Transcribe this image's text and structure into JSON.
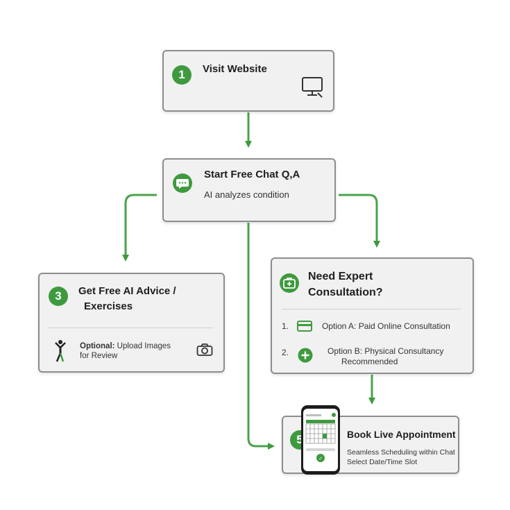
{
  "accent_color": "#3f9a3f",
  "step1": {
    "number": "1",
    "title": "Visit Website",
    "icon": "monitor-icon"
  },
  "step2": {
    "icon": "chat-bubble-icon",
    "title": "Start Free Chat Q,A",
    "subtitle": "AI analyzes condition"
  },
  "step3": {
    "number": "3",
    "title_line1": "Get Free AI Advice /",
    "title_line2": "Exercises",
    "optional_label": "Optional:",
    "optional_text": " Upload Images",
    "optional_text2": "for Review",
    "figure_icon": "exercise-figure-icon",
    "camera_icon": "camera-icon"
  },
  "step4": {
    "icon": "medical-kit-icon",
    "title_line1": "Need Expert",
    "title_line2": "Consultation?",
    "options": [
      {
        "index": "1.",
        "icon": "credit-card-icon",
        "label": "Option A: Paid Online Consultation"
      },
      {
        "index": "2.",
        "icon": "plus-circle-icon",
        "label_line1": "Option B: Physical Consultancy",
        "label_line2": "Recommended"
      }
    ]
  },
  "step5": {
    "number": "5",
    "title": "Book Live Appointment",
    "line1": "Seamless Scheduling within Chat",
    "line2": "Select Date/Time Slot",
    "phone_icon": "phone-calendar-icon"
  }
}
